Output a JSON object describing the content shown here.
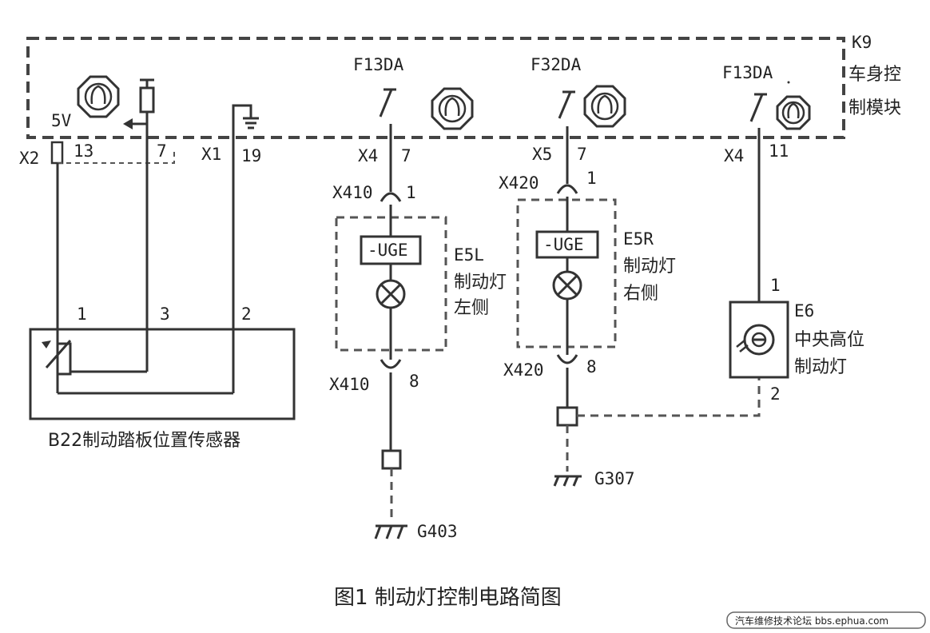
{
  "module": {
    "id": "K9",
    "name_line1": "车身控",
    "name_line2": "制模块"
  },
  "fuses": {
    "f1": "F13DA",
    "f2": "F32DA",
    "f3": "F13DA"
  },
  "left_block": {
    "voltage": "5V",
    "conn_x2": "X2",
    "pin13": "13",
    "pin7": "7",
    "conn_x1": "X1",
    "pin19": "19"
  },
  "sensor": {
    "name": "B22制动踏板位置传感器",
    "pin1": "1",
    "pin3": "3",
    "pin2": "2"
  },
  "left_lamp": {
    "conn_x4": "X4",
    "pin_x4": "7",
    "conn_top": "X410",
    "pin_top": "1",
    "module_label": "-UGE",
    "id": "E5L",
    "name_line1": "制动灯",
    "name_line2": "左侧",
    "conn_bottom": "X410",
    "pin_bottom": "8",
    "ground": "G403"
  },
  "right_lamp": {
    "conn_x5": "X5",
    "pin_x5": "7",
    "conn_top": "X420",
    "pin_top": "1",
    "module_label": "-UGE",
    "id": "E5R",
    "name_line1": "制动灯",
    "name_line2": "右侧",
    "conn_bottom": "X420",
    "pin_bottom": "8",
    "ground": "G307"
  },
  "center_lamp": {
    "conn_x4": "X4",
    "pin_x4": "11",
    "pin_top": "1",
    "pin_bottom": "2",
    "id": "E6",
    "name_line1": "中央高位",
    "name_line2": "制动灯"
  },
  "caption": "图1 制动灯控制电路简图",
  "watermark": "汽车维修技术论坛 bbs.ephua.com"
}
